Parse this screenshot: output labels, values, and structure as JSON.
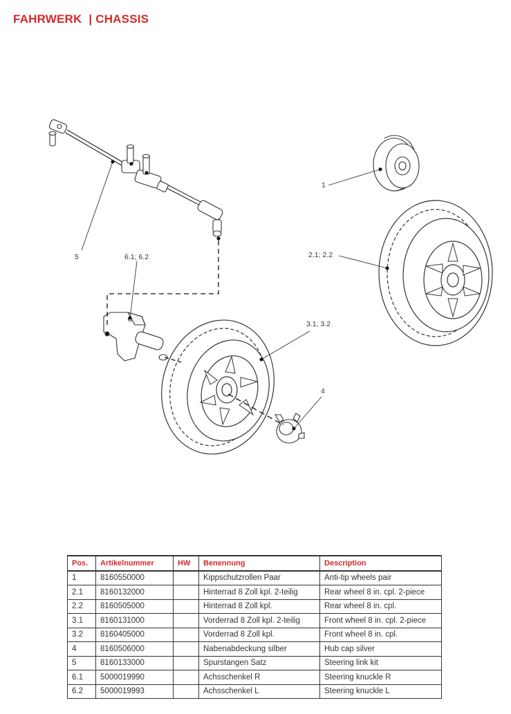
{
  "header": {
    "title": "FAHRWERK  | CHASSIS"
  },
  "diagram": {
    "callouts": [
      {
        "id": "c1",
        "label": "1"
      },
      {
        "id": "c21",
        "label": "2.1; 2.2"
      },
      {
        "id": "c31",
        "label": "3.1; 3.2"
      },
      {
        "id": "c4",
        "label": "4"
      },
      {
        "id": "c5",
        "label": "5"
      },
      {
        "id": "c61",
        "label": "6.1; 6.2"
      }
    ]
  },
  "parts_table": {
    "headers": [
      "Pos.",
      "Artikelnummer",
      "HW",
      "Benennung",
      "Description"
    ],
    "rows": [
      {
        "pos": "1",
        "art": "8160550000",
        "hw": "",
        "ben": "Kippschutzrollen Paar",
        "desc": "Anti-tip wheels pair"
      },
      {
        "pos": "2.1",
        "art": "8160132000",
        "hw": "",
        "ben": "Hinterrad 8 Zoll kpl. 2-teilig",
        "desc": "Rear wheel 8 in. cpl. 2-piece"
      },
      {
        "pos": "2.2",
        "art": "8160505000",
        "hw": "",
        "ben": "Hinterrad 8 Zoll kpl.",
        "desc": "Rear wheel 8 in. cpl."
      },
      {
        "pos": "3.1",
        "art": "8160131000",
        "hw": "",
        "ben": "Vorderrad 8 Zoll kpl. 2-teilig",
        "desc": "Front wheel 8 in. cpl. 2-piece"
      },
      {
        "pos": "3.2",
        "art": "8160405000",
        "hw": "",
        "ben": "Vorderrad 8 Zoll kpl.",
        "desc": "Front wheel 8 in. cpl."
      },
      {
        "pos": "4",
        "art": "8160506000",
        "hw": "",
        "ben": "Nabenabdeckung silber",
        "desc": "Hub cap silver"
      },
      {
        "pos": "5",
        "art": "8160133000",
        "hw": "",
        "ben": "Spurstangen Satz",
        "desc": "Steering link kit"
      },
      {
        "pos": "6.1",
        "art": "5000019990",
        "hw": "",
        "ben": "Achsschenkel R",
        "desc": "Steering knuckle R"
      },
      {
        "pos": "6.2",
        "art": "5000019993",
        "hw": "",
        "ben": "Achsschenkel L",
        "desc": "Steering knuckle L"
      }
    ]
  }
}
